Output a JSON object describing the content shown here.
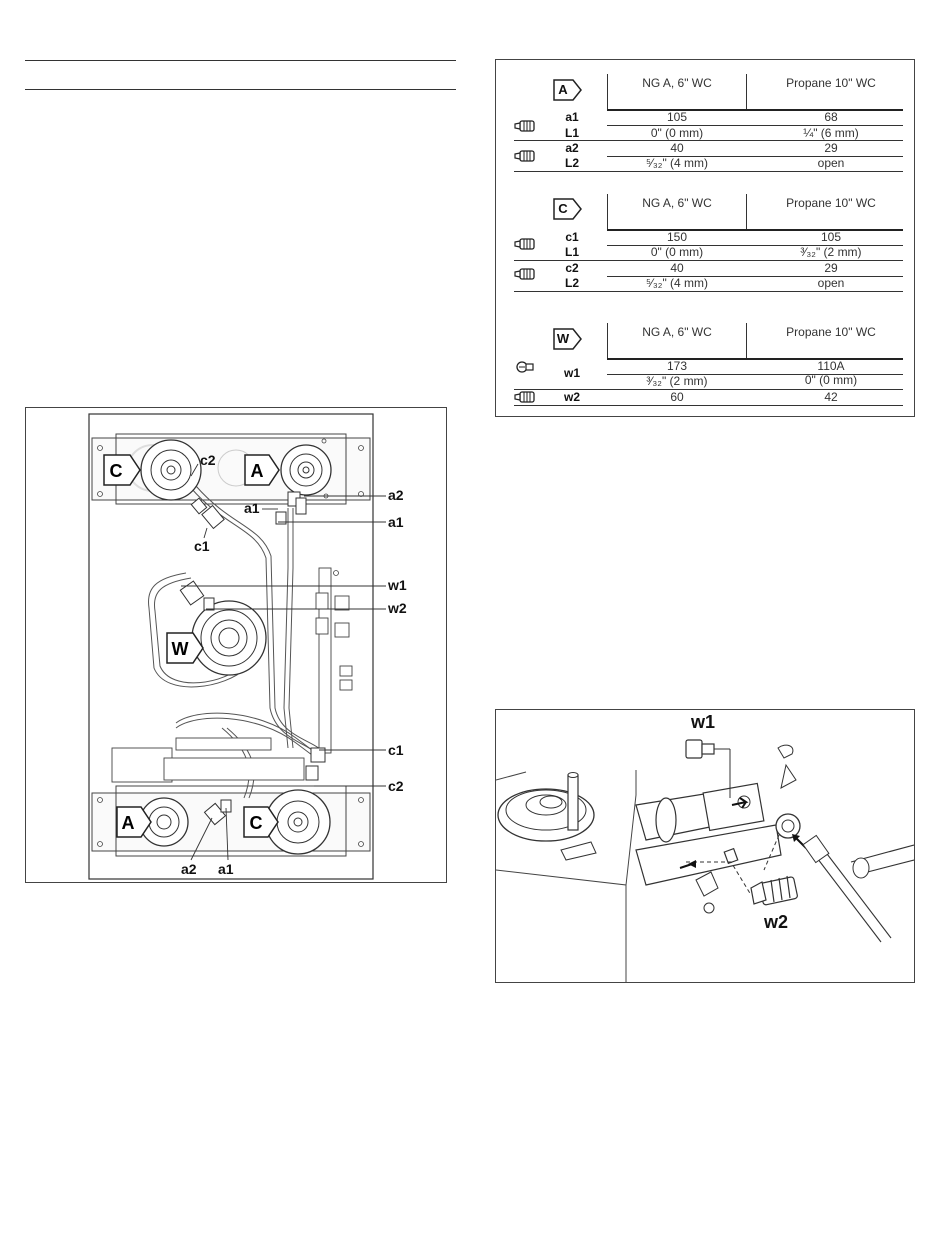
{
  "tables": [
    {
      "group": "A",
      "col_ng": "NG A, 6\" WC",
      "col_propane": "Propane 10\" WC",
      "rows": [
        {
          "label": "a1",
          "ng": "105",
          "propane": "68"
        },
        {
          "label": "L1",
          "ng": "0\" (0 mm)",
          "propane": "¼\" (6 mm)"
        },
        {
          "label": "a2",
          "ng": "40",
          "propane": "29"
        },
        {
          "label": "L2",
          "ng": "⁵⁄₃₂\" (4 mm)",
          "propane": "open"
        }
      ]
    },
    {
      "group": "C",
      "col_ng": "NG A, 6\" WC",
      "col_propane": "Propane 10\" WC",
      "rows": [
        {
          "label": "c1",
          "ng": "150",
          "propane": "105"
        },
        {
          "label": "L1",
          "ng": "0\" (0 mm)",
          "propane": "³⁄₃₂\" (2 mm)"
        },
        {
          "label": "c2",
          "ng": "40",
          "propane": "29"
        },
        {
          "label": "L2",
          "ng": "⁵⁄₃₂\" (4 mm)",
          "propane": "open"
        }
      ]
    },
    {
      "group": "W",
      "col_ng": "NG A, 6\" WC",
      "col_propane": "Propane 10\" WC",
      "rows": [
        {
          "label": "w1",
          "ng": "173",
          "propane": "110A"
        },
        {
          "label": "",
          "ng": "³⁄₃₂\" (2 mm)",
          "propane": "0\" (0 mm)"
        },
        {
          "label": "w2",
          "ng": "60",
          "propane": "42"
        }
      ]
    }
  ],
  "figure1": {
    "burner_tags": {
      "c_top": "C",
      "a_top": "A",
      "w": "W",
      "a_bottom": "A",
      "c_bottom": "C"
    },
    "callouts": {
      "c2_top": "c2",
      "a2_top": "a2",
      "a1_top_left": "a1",
      "a1_top_right": "a1",
      "c1_top": "c1",
      "w1": "w1",
      "w2": "w2",
      "c1_bottom": "c1",
      "c2_bottom": "c2",
      "a2_bottom": "a2",
      "a1_bottom": "a1"
    }
  },
  "figure2": {
    "callouts": {
      "w1": "w1",
      "w2": "w2"
    }
  },
  "icons": {
    "nozzle": "nozzle-icon",
    "screw": "screw-nozzle-icon"
  }
}
